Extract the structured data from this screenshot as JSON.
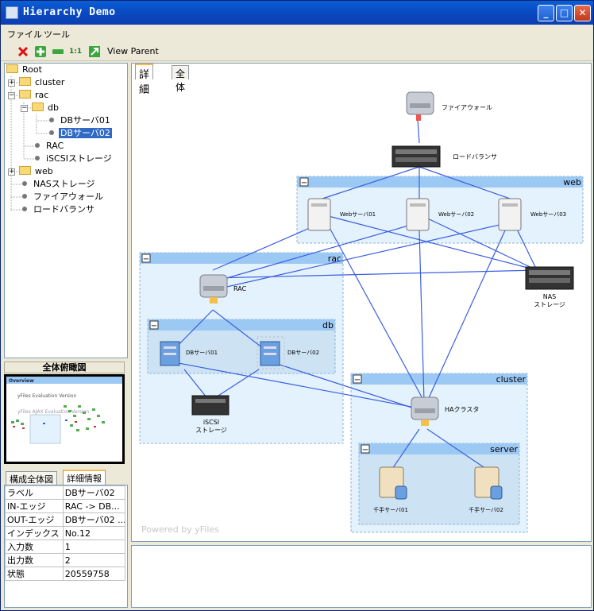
{
  "window": {
    "title": "Hierarchy Demo"
  },
  "menu": {
    "file": "ファイル",
    "tools": "ツール"
  },
  "toolbar": {
    "fit_label": "1:1",
    "view_parent": "View Parent"
  },
  "tree": {
    "root": "Root",
    "cluster": "cluster",
    "rac": "rac",
    "db": "db",
    "db1": "DBサーバ01",
    "db2": "DBサーバ02",
    "rac_node": "RAC",
    "iscsi": "iSCSIストレージ",
    "web": "web",
    "nas": "NASストレージ",
    "firewall": "ファイアウォール",
    "lb": "ロードバランサ"
  },
  "overview": {
    "title": "全体俯瞰図",
    "inner_title": "Overview",
    "watermark1": "yFiles Evaluation Version",
    "watermark2": "yFiles AJAX Evaluation Version"
  },
  "tabs": {
    "structure": "構成全体図",
    "details": "詳細情報"
  },
  "props": [
    {
      "key": "ラベル",
      "value": "DBサーバ02"
    },
    {
      "key": "IN-エッジ",
      "value": "RAC -> DB..."
    },
    {
      "key": "OUT-エッジ",
      "value": "DBサーバ02 ..."
    },
    {
      "key": "インデックス",
      "value": "No.12"
    },
    {
      "key": "入力数",
      "value": "1"
    },
    {
      "key": "出力数",
      "value": "2"
    },
    {
      "key": "状態",
      "value": "20559758"
    }
  ],
  "canvas_tabs": {
    "detail": "詳細",
    "all": "全体"
  },
  "graph": {
    "firewall": "ファイアウォール",
    "lb": "ロードバランサ",
    "web_group": "web",
    "web1": "Webサーバ01",
    "web2": "Webサーバ02",
    "web3": "Webサーバ03",
    "nas1": "NAS",
    "nas2": "ストレージ",
    "rac_group": "rac",
    "rac_node": "RAC",
    "db_group": "db",
    "db1": "DBサーバ01",
    "db2": "DBサーバ02",
    "iscsi1": "iSCSI",
    "iscsi2": "ストレージ",
    "cluster_group": "cluster",
    "ha": "HAクラスタ",
    "server_group": "server",
    "s1": "千手サーバ01",
    "s2": "千手サーバ02",
    "powered": "Powered by yFiles",
    "collapse_sign": "−"
  },
  "colors": {
    "selection": "#316ac5",
    "edge": "#3b5fe0",
    "group_header": "#9cc8f4",
    "group_fill": "#e3f2fd"
  }
}
